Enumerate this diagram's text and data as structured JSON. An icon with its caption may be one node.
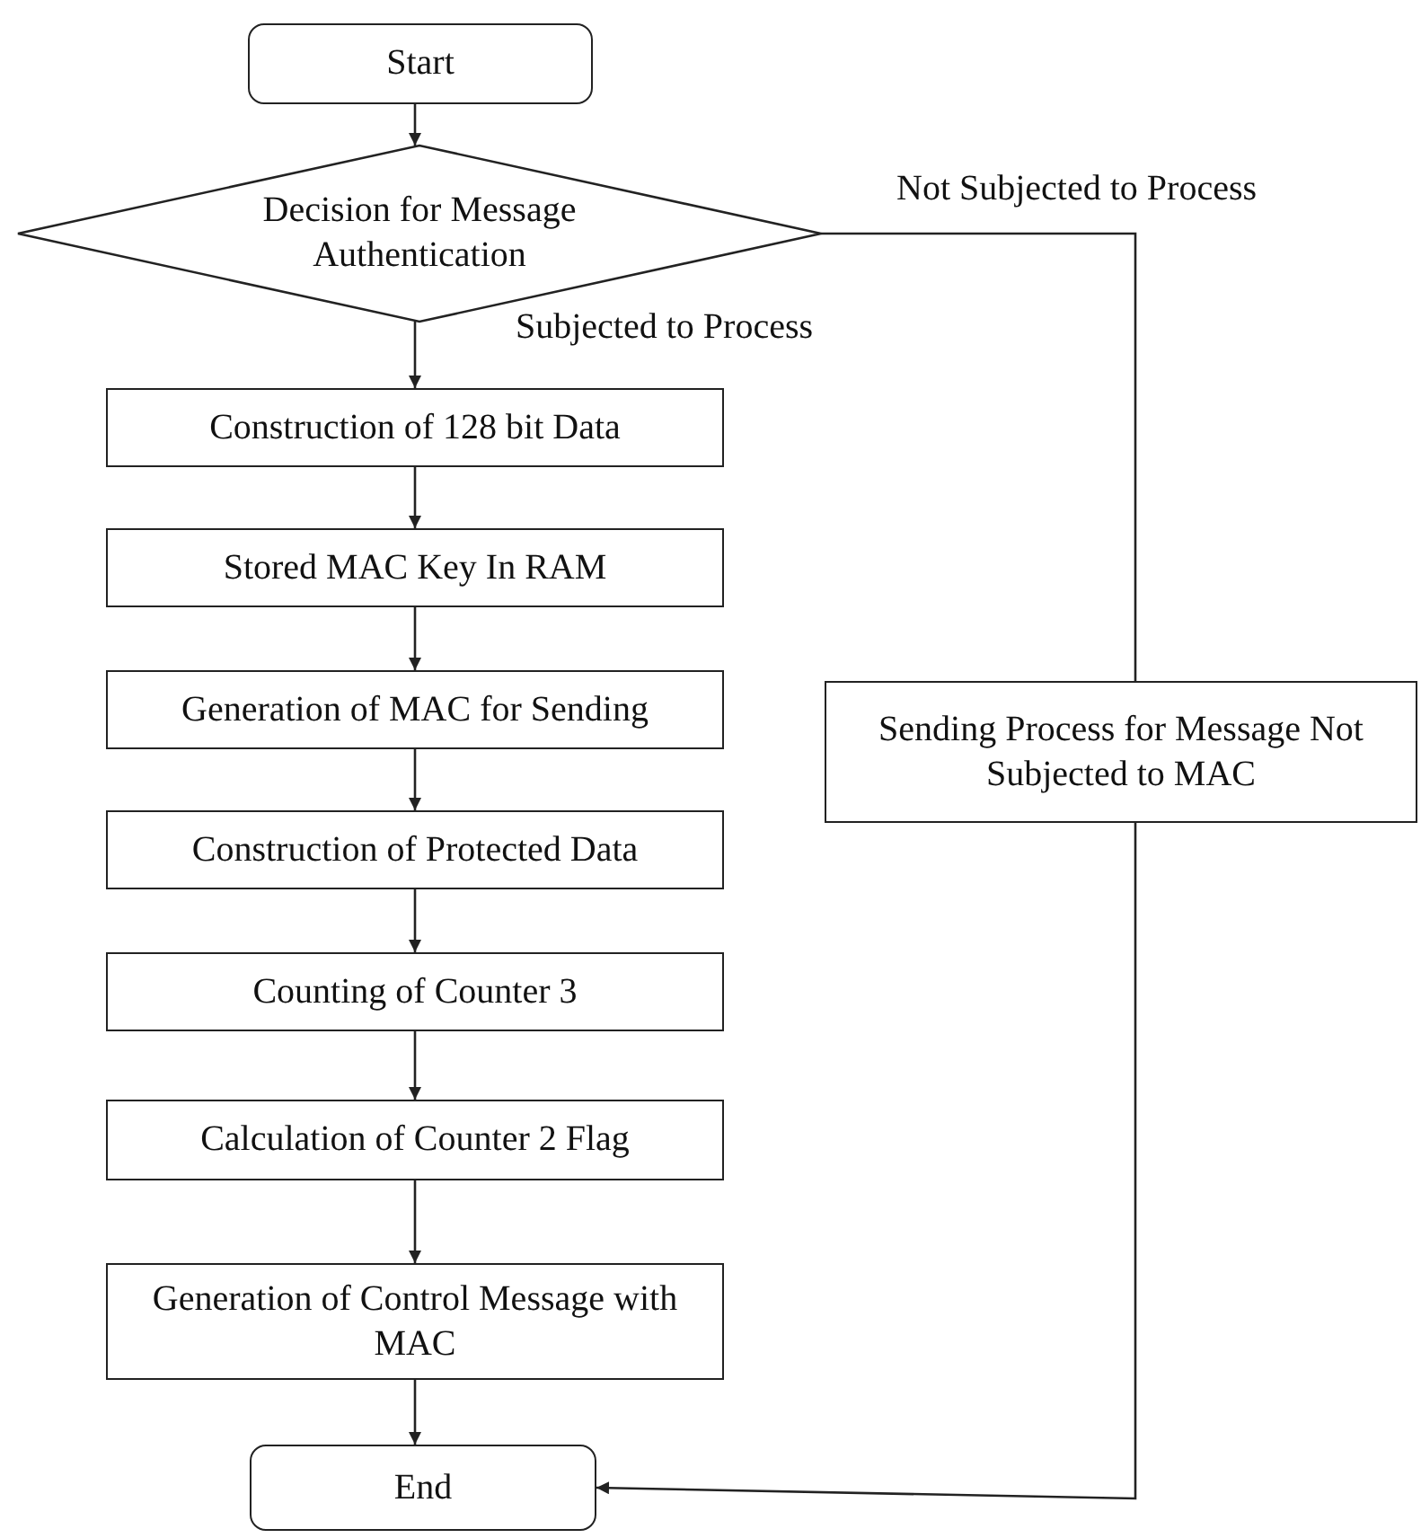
{
  "diagram": {
    "nodes": [
      {
        "text": [
          "Start"
        ]
      },
      {
        "text": [
          "Decision for Message Authentication"
        ]
      },
      {
        "text": [
          "Construction of 128 bit Data"
        ]
      },
      {
        "text": [
          "Stored MAC Key In RAM"
        ]
      },
      {
        "text": [
          "Generation of MAC for Sending"
        ]
      },
      {
        "text": [
          "Construction of Protected Data"
        ]
      },
      {
        "text": [
          "Counting of Counter 3"
        ]
      },
      {
        "text": [
          "Calculation of Counter 2 Flag"
        ]
      },
      {
        "text": [
          "Generation of Control Message with MAC"
        ]
      },
      {
        "text": [
          "Sending Process for Message Not Subjected to MAC"
        ]
      },
      {
        "text": [
          "End"
        ]
      }
    ],
    "edges": [
      {
        "from": 0,
        "to": 1,
        "arrow": "to"
      },
      {
        "from": 1,
        "to": 2,
        "arrow": "to",
        "label": "Subjected to Process"
      },
      {
        "from": 2,
        "to": 3,
        "arrow": "to"
      },
      {
        "from": 3,
        "to": 4,
        "arrow": "to"
      },
      {
        "from": 4,
        "to": 5,
        "arrow": "to"
      },
      {
        "from": 5,
        "to": 6,
        "arrow": "to"
      },
      {
        "from": 6,
        "to": 7,
        "arrow": "to"
      },
      {
        "from": 7,
        "to": 8,
        "arrow": "to"
      },
      {
        "from": 8,
        "to": 10,
        "arrow": "to"
      },
      {
        "from": 1,
        "to": 9,
        "arrow": "none",
        "label": "Not Subjected to Process"
      },
      {
        "from": 9,
        "to": 10,
        "arrow": "to"
      }
    ]
  }
}
